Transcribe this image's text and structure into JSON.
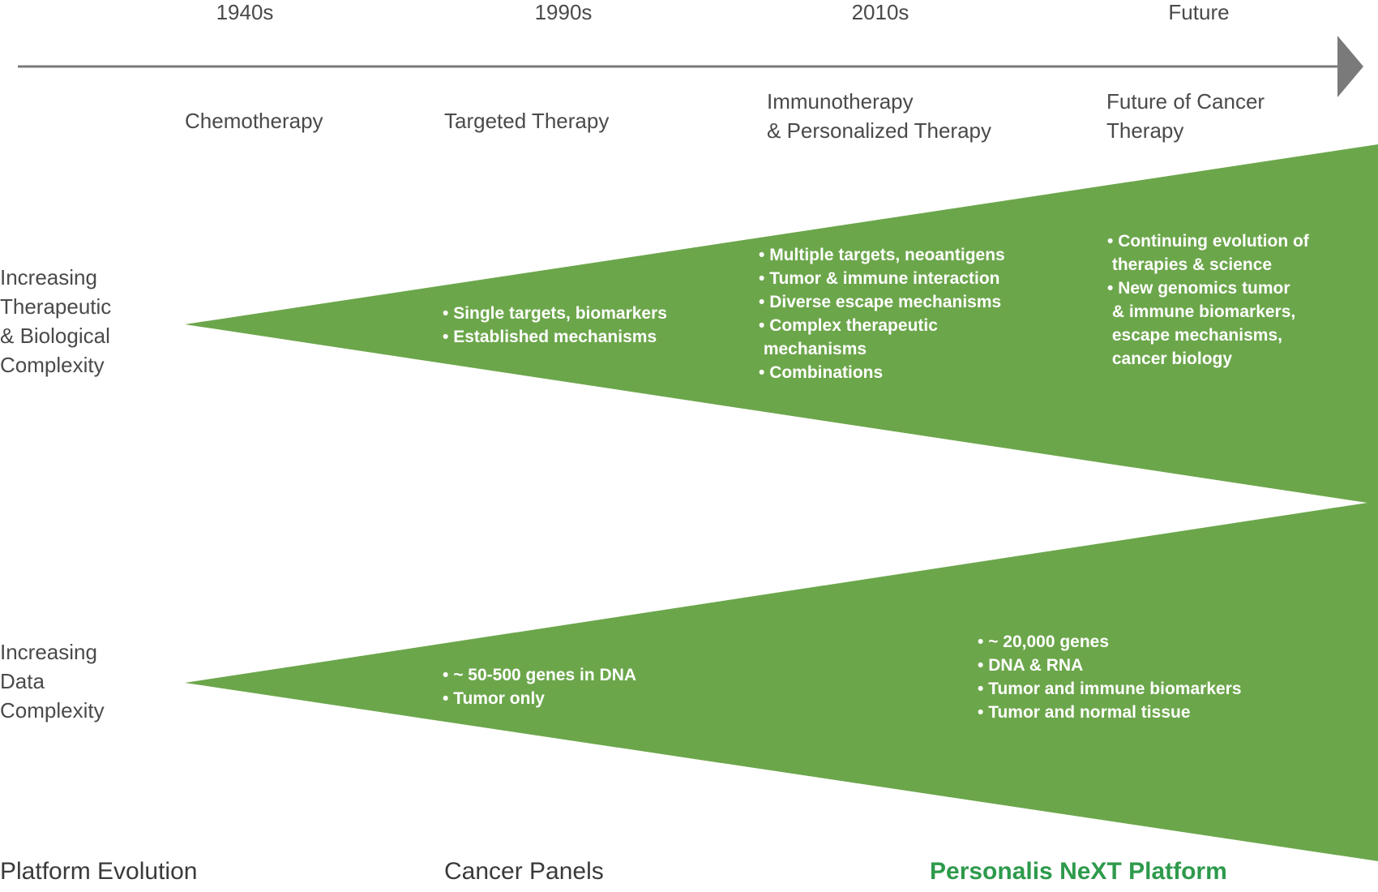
{
  "colors": {
    "triangle": "#6ca64b",
    "arrow": "#7a7a7a",
    "text": "#4a4a4a",
    "brand": "#2e9a4c"
  },
  "timeline": {
    "eras": [
      "1940s",
      "1990s",
      "2010s",
      "Future"
    ],
    "phases": [
      {
        "lines": [
          "Chemotherapy"
        ]
      },
      {
        "lines": [
          "Targeted Therapy"
        ]
      },
      {
        "lines": [
          "Immunotherapy",
          "& Personalized Therapy"
        ]
      },
      {
        "lines": [
          "Future of Cancer",
          "Therapy"
        ]
      }
    ]
  },
  "therapeutic": {
    "label": [
      "Increasing",
      "Therapeutic",
      "& Biological",
      "Complexity"
    ],
    "groups": [
      {
        "bullets": [
          "Single targets, biomarkers",
          "Established mechanisms"
        ]
      },
      {
        "bullets": [
          "Multiple targets, neoantigens",
          "Tumor & immune interaction",
          "Diverse escape mechanisms",
          "Complex therapeutic\n mechanisms",
          "Combinations"
        ]
      },
      {
        "bullets": [
          "Continuing evolution of\n therapies & science",
          "New genomics tumor\n & immune biomarkers,\n escape mechanisms,\n cancer biology"
        ]
      }
    ]
  },
  "data": {
    "label": [
      "Increasing",
      "Data",
      "Complexity"
    ],
    "groups": [
      {
        "bullets": [
          "~ 50-500 genes in DNA",
          "Tumor only"
        ]
      },
      {
        "bullets": [
          "~ 20,000 genes",
          "DNA & RNA",
          "Tumor and immune biomarkers",
          "Tumor and normal tissue"
        ]
      }
    ]
  },
  "platform": {
    "label": "Platform Evolution",
    "panels": "Cancer Panels",
    "next": "Personalis NeXT Platform"
  }
}
